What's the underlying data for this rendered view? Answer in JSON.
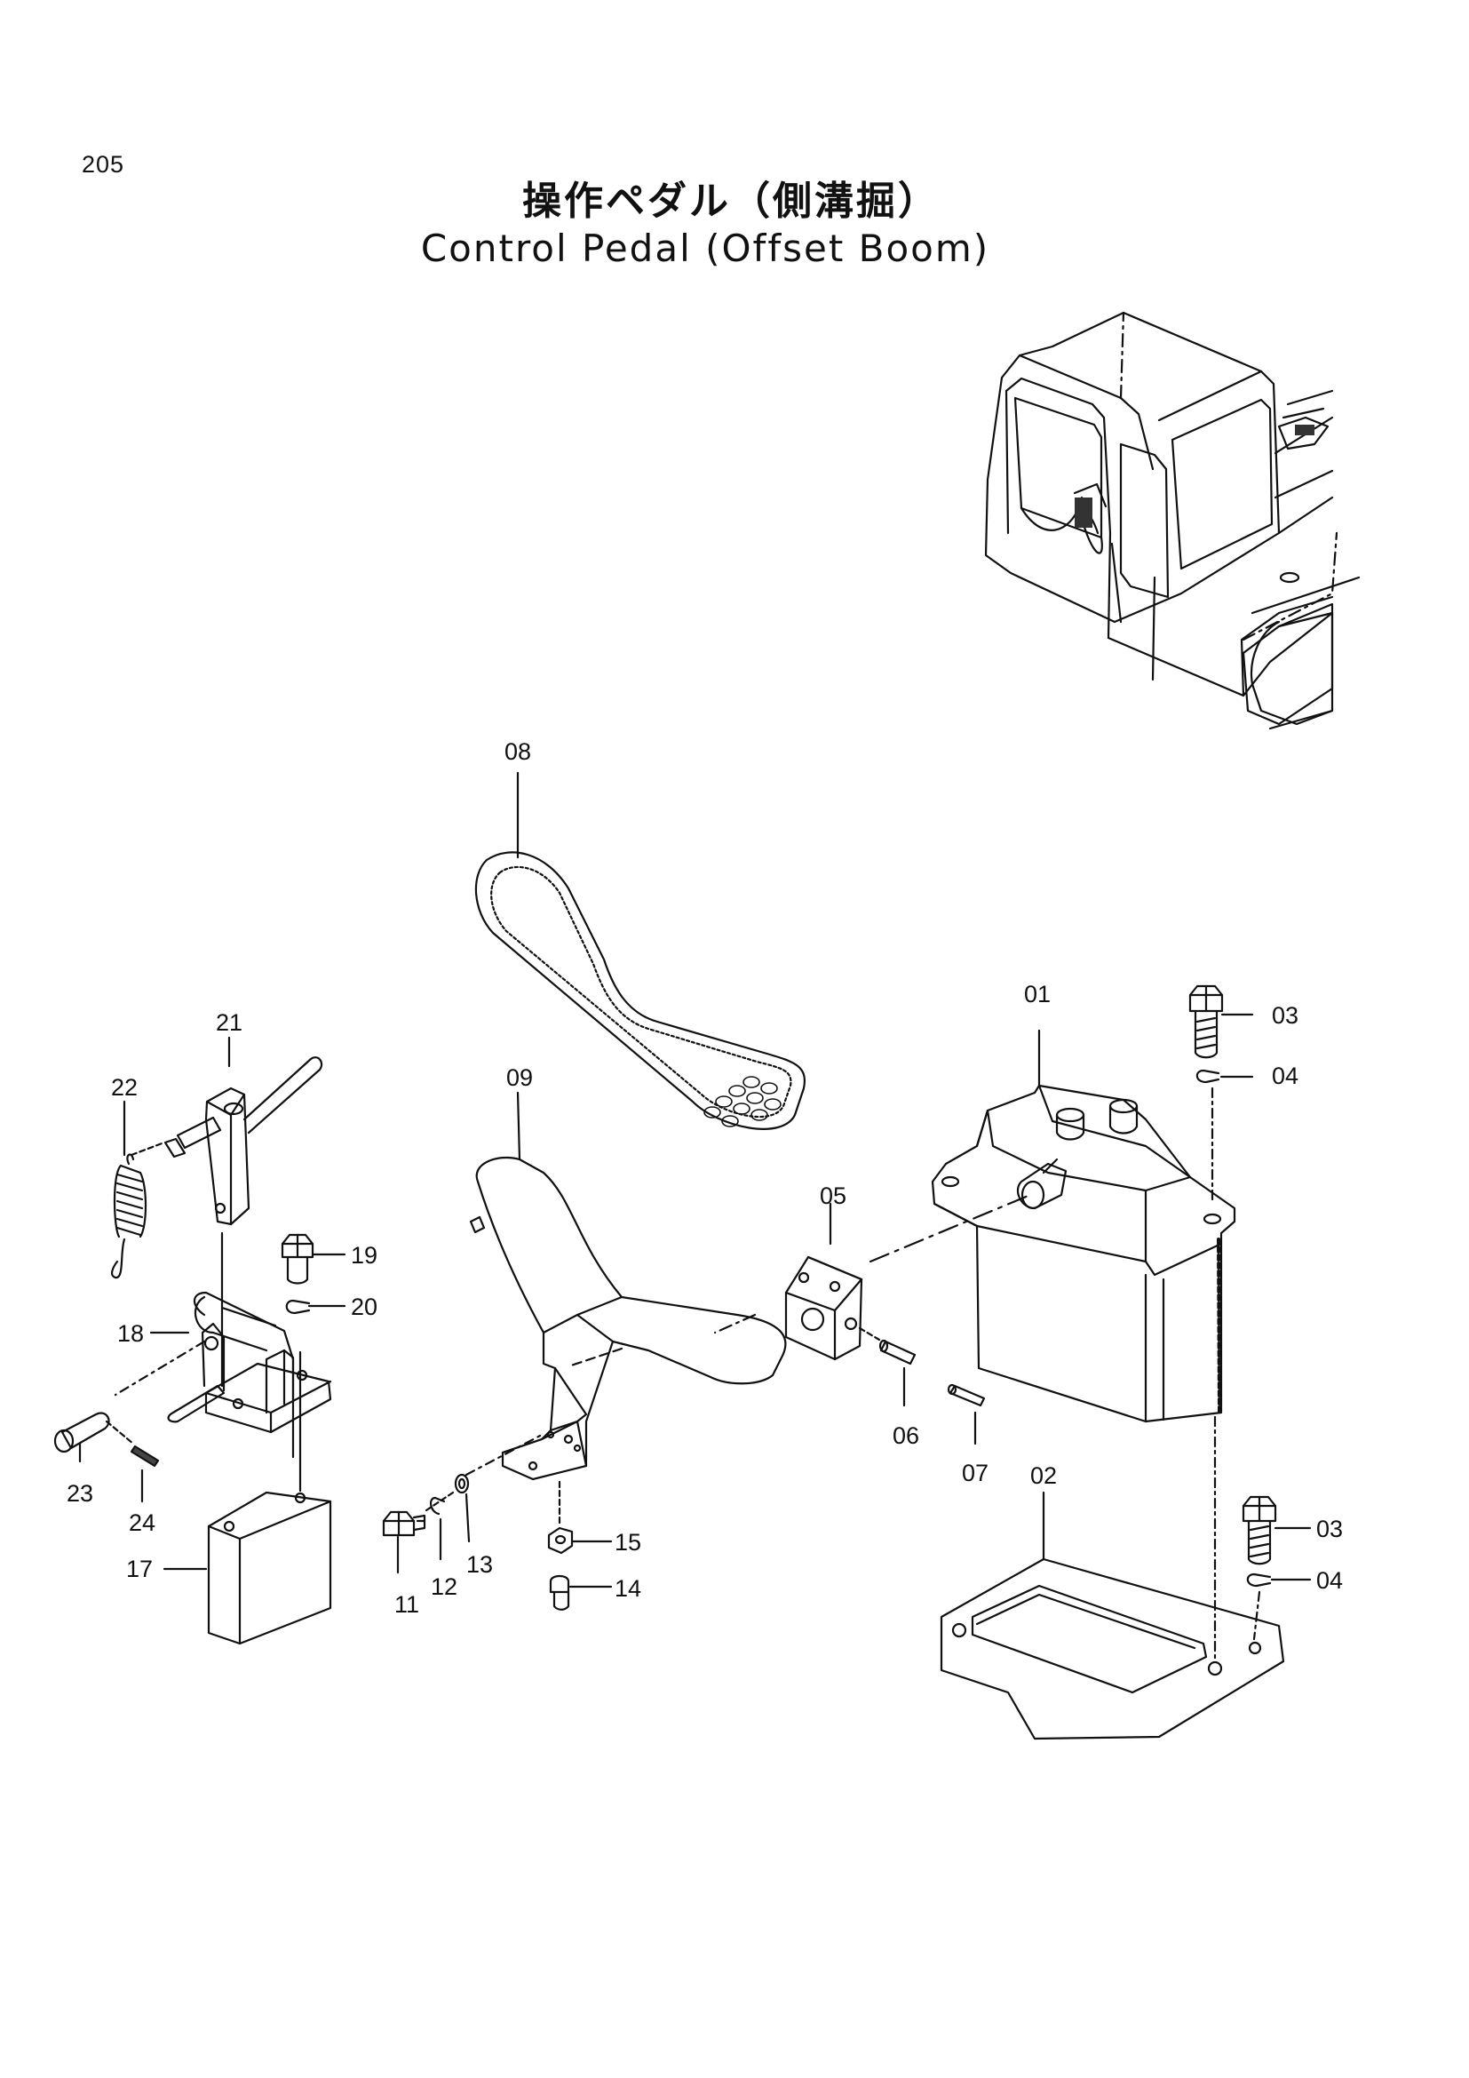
{
  "page_number": "205",
  "title_ja": "操作ペダル（側溝掘）",
  "title_en": "Control Pedal (Offset Boom)",
  "part_labels": {
    "p01": "01",
    "p02": "02",
    "p03a": "03",
    "p03b": "03",
    "p04a": "04",
    "p04b": "04",
    "p05": "05",
    "p06": "06",
    "p07": "07",
    "p08": "08",
    "p09": "09",
    "p11": "11",
    "p12": "12",
    "p13": "13",
    "p14": "14",
    "p15": "15",
    "p17": "17",
    "p18": "18",
    "p19": "19",
    "p20": "20",
    "p21": "21",
    "p22": "22",
    "p23": "23",
    "p24": "24"
  }
}
